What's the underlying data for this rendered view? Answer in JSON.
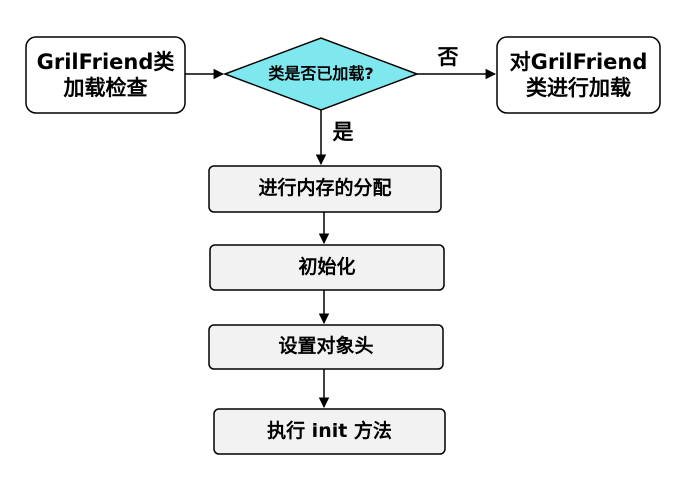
{
  "diagram": {
    "start_box": "GrilFriend类\n加载检查",
    "decision": "类是否已加载?",
    "no_label": "否",
    "yes_label": "是",
    "load_box": "对GrilFriend\n类进行加载",
    "step1": "进行内存的分配",
    "step2": "初始化",
    "step3": "设置对象头",
    "step4": "执行 init 方法"
  },
  "colors": {
    "decision_fill": "#7fe8ee",
    "box_fill": "#f2f2f2",
    "stroke": "#000000"
  }
}
